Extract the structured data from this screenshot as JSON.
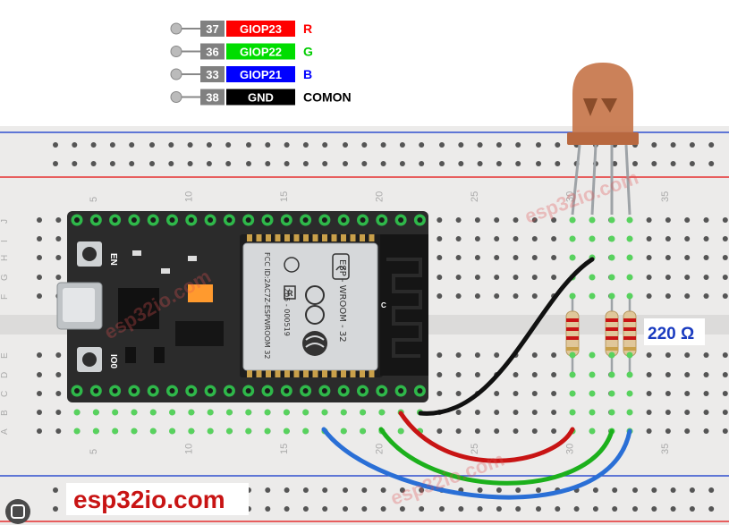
{
  "pin_legend": [
    {
      "num": "37",
      "name": "GIOP23",
      "label": "R",
      "color": "#ff0000",
      "label_color": "#ff0000"
    },
    {
      "num": "36",
      "name": "GIOP22",
      "label": "G",
      "color": "#00dd00",
      "label_color": "#00cc00"
    },
    {
      "num": "33",
      "name": "GIOP21",
      "label": "B",
      "color": "#0000ff",
      "label_color": "#0000ff"
    },
    {
      "num": "38",
      "name": "GND",
      "label": "COMON",
      "color": "#000000",
      "label_color": "#000000"
    }
  ],
  "resistor_label": "220 Ω",
  "brand_text": "esp32io.com",
  "watermark_text": "esp32io.com",
  "breadboard_column_numbers": [
    "5",
    "10",
    "15",
    "20",
    "25",
    "30",
    "35"
  ],
  "breadboard_row_letters_top": [
    "J",
    "I",
    "H",
    "G",
    "F"
  ],
  "breadboard_row_letters_bottom": [
    "E",
    "D",
    "C",
    "B",
    "A"
  ],
  "board": {
    "en_label": "EN",
    "io0_label": "IO0",
    "module_line1": "ESP - WROOM - 32",
    "module_line2": "205 - 000519",
    "module_line3": "FCC ID:2AC7Z-ESPWROOM 32",
    "module_label_r": "R",
    "antenna_label": "C"
  },
  "colors": {
    "breadboard": "#ecebea",
    "rail_red": "#e53030",
    "rail_blue": "#3050d0",
    "board": "#2b2b2b",
    "pin_green": "#2fb84a",
    "wire_red": "#c81414",
    "wire_green": "#1cb01c",
    "wire_blue": "#2a6fd6",
    "wire_black": "#111111",
    "led": "#c87a50"
  },
  "icons": [
    "wifi-icon",
    "ce-icon",
    "fcc-icon",
    "lens-icon"
  ]
}
